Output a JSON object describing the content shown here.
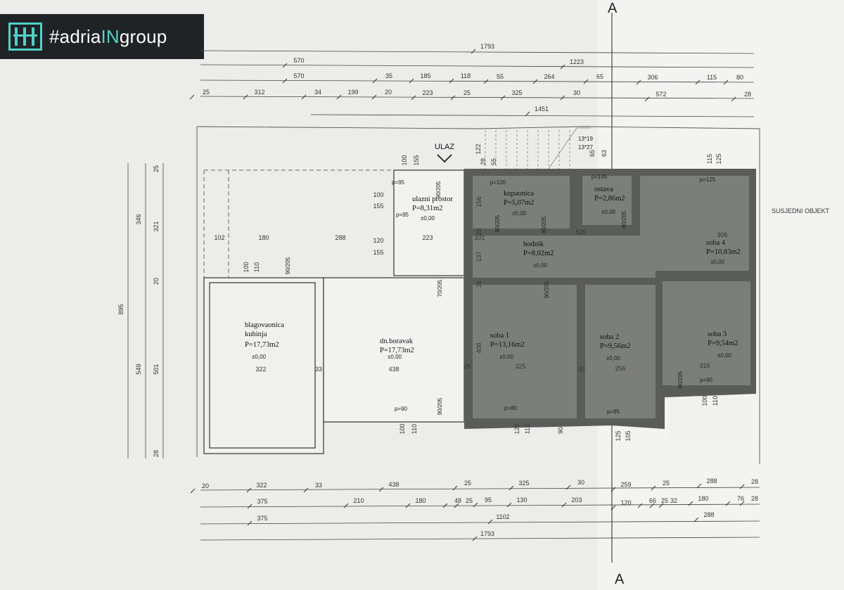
{
  "brand": {
    "text_pre": "#adria",
    "text_hl": "IN",
    "text_post": "group",
    "accent_color": "#4fd1c5",
    "logo_icon": "adria-in-group-logo-icon"
  },
  "section_marker": "A",
  "entrance_label": "ULAZ",
  "neighbor_label": "SUSJEDNI OBJEKT",
  "rooms": [
    {
      "key": "ulaz",
      "name": "ulazni prostor",
      "area": "P=8,31m2"
    },
    {
      "key": "kup",
      "name": "kupaonica",
      "area": "P=5,07m2"
    },
    {
      "key": "ost",
      "name": "ostava",
      "area": "P=2,86m2"
    },
    {
      "key": "hod",
      "name": "hodnik",
      "area": "P=8,02m2"
    },
    {
      "key": "s4",
      "name": "soba 4",
      "area": "P=10,83m2"
    },
    {
      "key": "kuh",
      "name": "blagovaonica kuhinja",
      "name2": "kuhinja",
      "name1": "blagovaonica",
      "area": "P=17,73m2"
    },
    {
      "key": "bor",
      "name": "dn.boravak",
      "area": "P=17,73m2"
    },
    {
      "key": "s1",
      "name": "soba 1",
      "area": "P=13,16m2"
    },
    {
      "key": "s2",
      "name": "soba 2",
      "area": "P=9,56m2"
    },
    {
      "key": "s3",
      "name": "soba 3",
      "area": "P=9,54m2"
    }
  ],
  "level_mark": "±0,00",
  "top_dims": {
    "row1": [
      "1793"
    ],
    "row2": [
      "570",
      "1223"
    ],
    "row3": [
      "570",
      "35",
      "185",
      "118",
      "55",
      "264",
      "65",
      "306",
      "115",
      "80"
    ],
    "row4": [
      "25",
      "312",
      "34",
      "199",
      "20",
      "223",
      "25",
      "325",
      "30",
      "572",
      "28"
    ],
    "row5": [
      "1451"
    ]
  },
  "bottom_dims": {
    "row1": [
      "20",
      "322",
      "33",
      "438",
      "25",
      "325",
      "30",
      "259",
      "25",
      "288",
      "28"
    ],
    "row2": [
      "375",
      "210",
      "180",
      "48",
      "25",
      "95",
      "130",
      "203",
      "120",
      "66",
      "25",
      "32",
      "180",
      "76",
      "28"
    ],
    "row3": [
      "375",
      "1102",
      "288"
    ],
    "row4": [
      "1793"
    ]
  },
  "left_dims": [
    "895",
    "346",
    "549",
    "321",
    "501",
    "25",
    "20",
    "28"
  ],
  "interior_dims": [
    "102",
    "180",
    "288",
    "223",
    "101",
    "525",
    "306",
    "322",
    "33",
    "438",
    "25",
    "325",
    "30",
    "256",
    "316",
    "408",
    "137",
    "156",
    "26",
    "25",
    "100",
    "155",
    "120",
    "155",
    "100",
    "155",
    "100",
    "110",
    "100",
    "110",
    "120",
    "110",
    "125",
    "105",
    "100",
    "110",
    "90",
    "122",
    "28",
    "55",
    "65",
    "63",
    "115",
    "125"
  ],
  "openings": [
    "p=95",
    "p=95",
    "p=120",
    "p=145",
    "p=125",
    "p=90",
    "p=80",
    "p=95",
    "p=90"
  ],
  "door_marks": [
    "90/205",
    "90/205",
    "80/205",
    "90/205",
    "70/205",
    "90/205",
    "90/205",
    "90/205",
    "80/205"
  ],
  "stair_notes": [
    "13*19",
    "13*27"
  ]
}
